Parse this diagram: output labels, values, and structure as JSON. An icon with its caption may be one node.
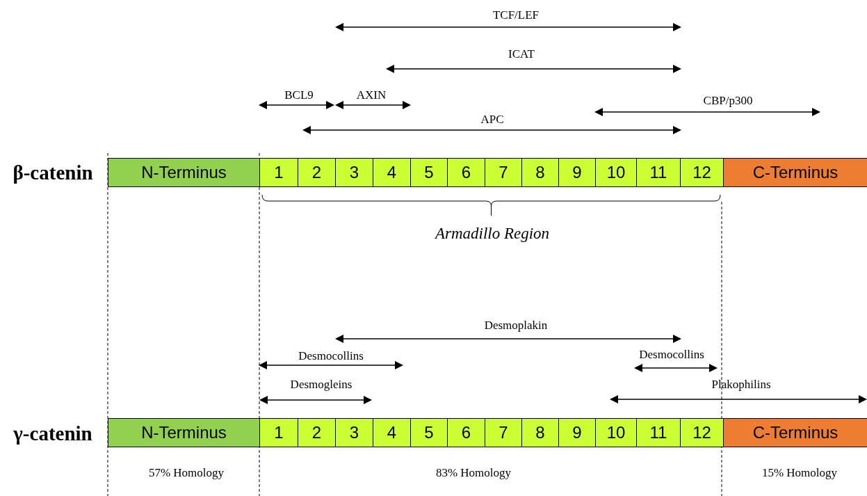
{
  "diagram": {
    "nodes": [
      {
        "text": [
          "N-Terminus"
        ]
      },
      {
        "text": [
          "1"
        ]
      },
      {
        "text": [
          "2"
        ]
      },
      {
        "text": [
          "3"
        ]
      },
      {
        "text": [
          "4"
        ]
      },
      {
        "text": [
          "5"
        ]
      },
      {
        "text": [
          "6"
        ]
      },
      {
        "text": [
          "7"
        ]
      },
      {
        "text": [
          "8"
        ]
      },
      {
        "text": [
          "9"
        ]
      },
      {
        "text": [
          "10"
        ]
      },
      {
        "text": [
          "11"
        ]
      },
      {
        "text": [
          "12"
        ]
      },
      {
        "text": [
          "C-Terminus"
        ]
      },
      {
        "text": [
          "N-Terminus"
        ]
      },
      {
        "text": [
          "1"
        ]
      },
      {
        "text": [
          "2"
        ]
      },
      {
        "text": [
          "3"
        ]
      },
      {
        "text": [
          "4"
        ]
      },
      {
        "text": [
          "5"
        ]
      },
      {
        "text": [
          "6"
        ]
      },
      {
        "text": [
          "7"
        ]
      },
      {
        "text": [
          "8"
        ]
      },
      {
        "text": [
          "9"
        ]
      },
      {
        "text": [
          "10"
        ]
      },
      {
        "text": [
          "11"
        ]
      },
      {
        "text": [
          "12"
        ]
      },
      {
        "text": [
          "C-Terminus"
        ]
      }
    ],
    "labels": [
      "TCF/LEF",
      "ICAT",
      "BCL9",
      "AXIN",
      "CBP/p300",
      "APC",
      "β-catenin",
      "Armadillo Region",
      "Desmoplakin",
      "Desmocollins",
      "Desmocollins",
      "Desmogleins",
      "Plakophilins",
      "γ-catenin",
      "57% Homology",
      "83% Homology",
      "15% Homology"
    ]
  }
}
